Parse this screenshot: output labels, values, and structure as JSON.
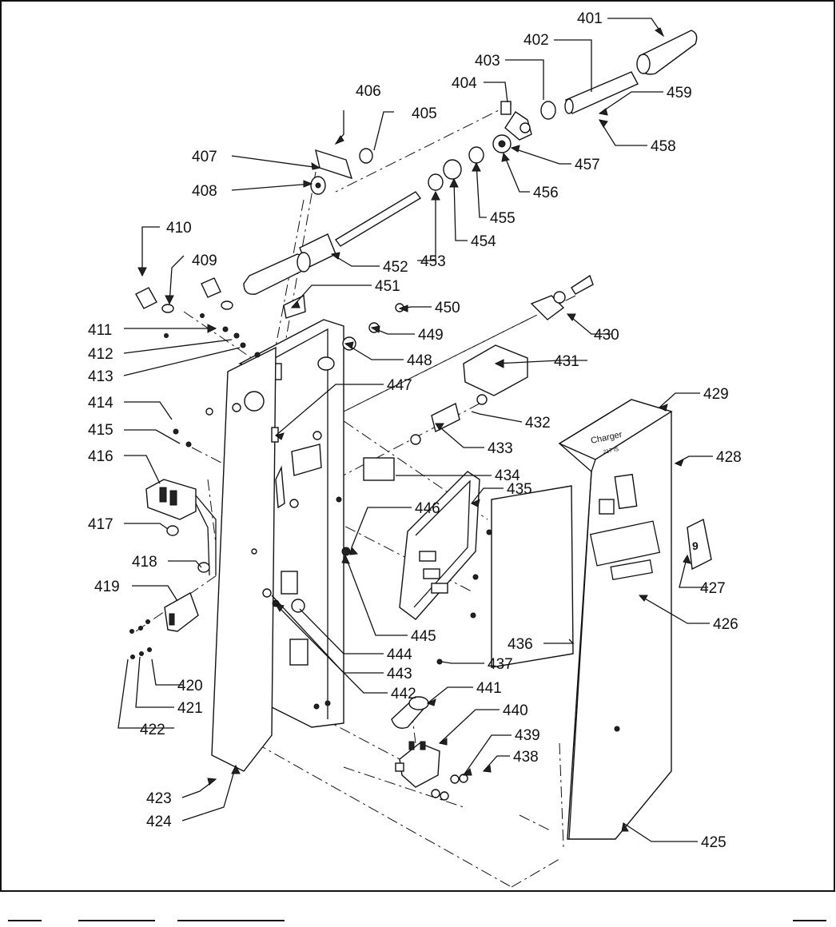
{
  "labels": [
    {
      "id": "401",
      "text": "401"
    },
    {
      "id": "402",
      "text": "402"
    },
    {
      "id": "403",
      "text": "403"
    },
    {
      "id": "404",
      "text": "404"
    },
    {
      "id": "405",
      "text": "405"
    },
    {
      "id": "406",
      "text": "406"
    },
    {
      "id": "407",
      "text": "407"
    },
    {
      "id": "408",
      "text": "408"
    },
    {
      "id": "409",
      "text": "409"
    },
    {
      "id": "410",
      "text": "410"
    },
    {
      "id": "411",
      "text": "411"
    },
    {
      "id": "412",
      "text": "412"
    },
    {
      "id": "413",
      "text": "413"
    },
    {
      "id": "414",
      "text": "414"
    },
    {
      "id": "415",
      "text": "415"
    },
    {
      "id": "416",
      "text": "416"
    },
    {
      "id": "417",
      "text": "417"
    },
    {
      "id": "418",
      "text": "418"
    },
    {
      "id": "419",
      "text": "419"
    },
    {
      "id": "420",
      "text": "420"
    },
    {
      "id": "421",
      "text": "421"
    },
    {
      "id": "422",
      "text": "422"
    },
    {
      "id": "423",
      "text": "423"
    },
    {
      "id": "424",
      "text": "424"
    },
    {
      "id": "425",
      "text": "425"
    },
    {
      "id": "426",
      "text": "426"
    },
    {
      "id": "427",
      "text": "427"
    },
    {
      "id": "428",
      "text": "428"
    },
    {
      "id": "429",
      "text": "429"
    },
    {
      "id": "430",
      "text": "430"
    },
    {
      "id": "431",
      "text": "431"
    },
    {
      "id": "432",
      "text": "432"
    },
    {
      "id": "433",
      "text": "433"
    },
    {
      "id": "434",
      "text": "434"
    },
    {
      "id": "435",
      "text": "435"
    },
    {
      "id": "436",
      "text": "436"
    },
    {
      "id": "437",
      "text": "437"
    },
    {
      "id": "438",
      "text": "438"
    },
    {
      "id": "439",
      "text": "439"
    },
    {
      "id": "440",
      "text": "440"
    },
    {
      "id": "441",
      "text": "441"
    },
    {
      "id": "442",
      "text": "442"
    },
    {
      "id": "443",
      "text": "443"
    },
    {
      "id": "444",
      "text": "444"
    },
    {
      "id": "445",
      "text": "445"
    },
    {
      "id": "446",
      "text": "446"
    },
    {
      "id": "447",
      "text": "447"
    },
    {
      "id": "448",
      "text": "448"
    },
    {
      "id": "449",
      "text": "449"
    },
    {
      "id": "450",
      "text": "450"
    },
    {
      "id": "451",
      "text": "451"
    },
    {
      "id": "452",
      "text": "452"
    },
    {
      "id": "453",
      "text": "453"
    },
    {
      "id": "454",
      "text": "454"
    },
    {
      "id": "455",
      "text": "455"
    },
    {
      "id": "456",
      "text": "456"
    },
    {
      "id": "457",
      "text": "457"
    },
    {
      "id": "458",
      "text": "458"
    },
    {
      "id": "459",
      "text": "459"
    }
  ],
  "pedestal": {
    "brand_text": "Charger",
    "model_text": "217 iS"
  },
  "digit_display": {
    "text": "9"
  },
  "colors": {
    "ink": "#111111",
    "paper": "#ffffff"
  }
}
